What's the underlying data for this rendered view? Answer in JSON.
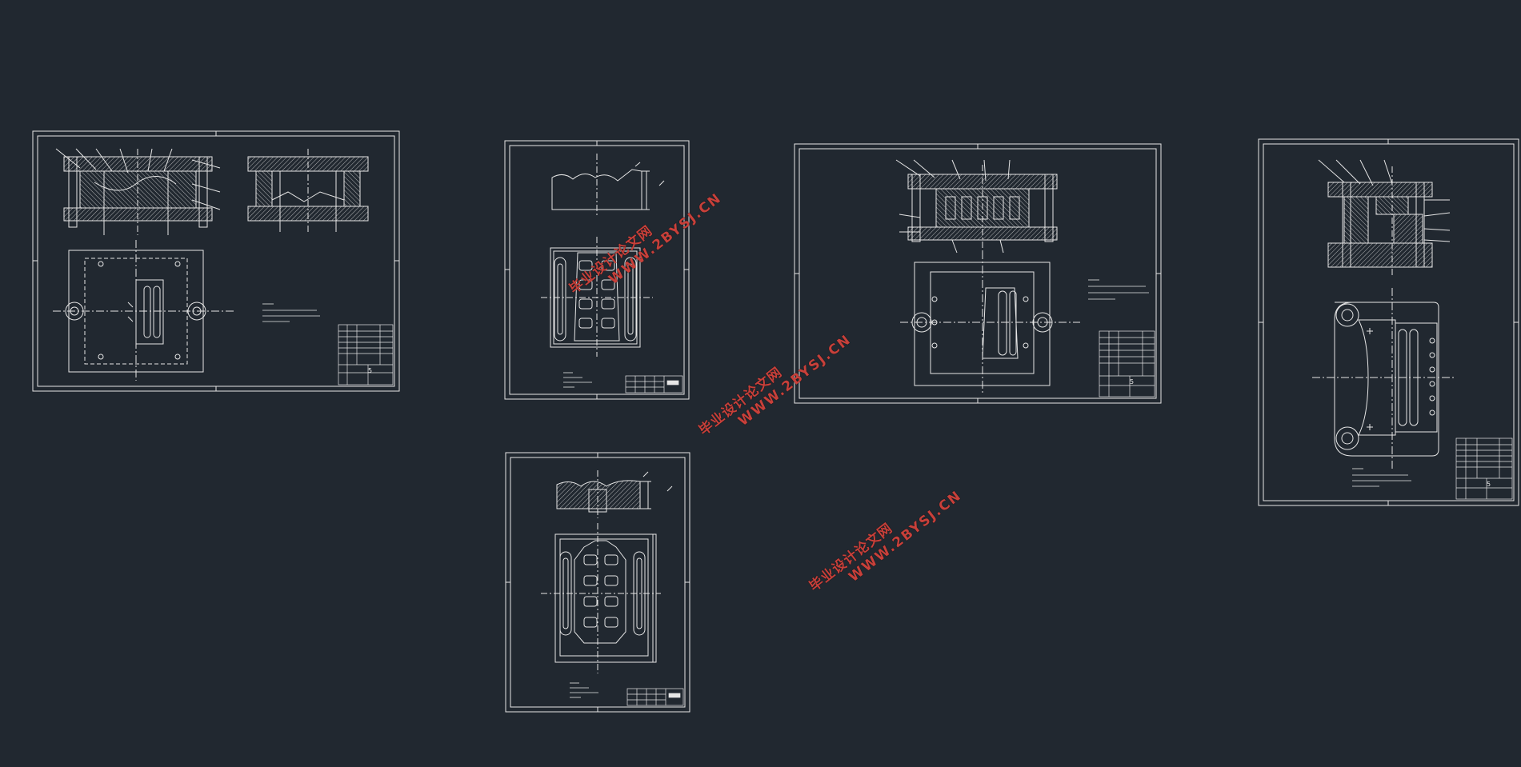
{
  "viewport": {
    "background": "#212830",
    "line_color": "#e6e6e6"
  },
  "sheets": [
    {
      "id": "sheet-1",
      "title_block_mark": "5"
    },
    {
      "id": "sheet-2",
      "title_block_mark": ""
    },
    {
      "id": "sheet-3",
      "title_block_mark": "5"
    },
    {
      "id": "sheet-4",
      "title_block_mark": ""
    },
    {
      "id": "sheet-5",
      "title_block_mark": "5"
    }
  ],
  "watermarks": [
    {
      "line1": "毕业设计论文网",
      "line2": "WWW.2BYSJ.CN",
      "color": "#c8403a"
    },
    {
      "line1": "毕业设计论文网",
      "line2": "WWW.2BYSJ.CN",
      "color": "#c8403a"
    },
    {
      "line1": "毕业设计论文网",
      "line2": "WWW.2BYSJ.CN",
      "color": "#c8403a"
    }
  ]
}
